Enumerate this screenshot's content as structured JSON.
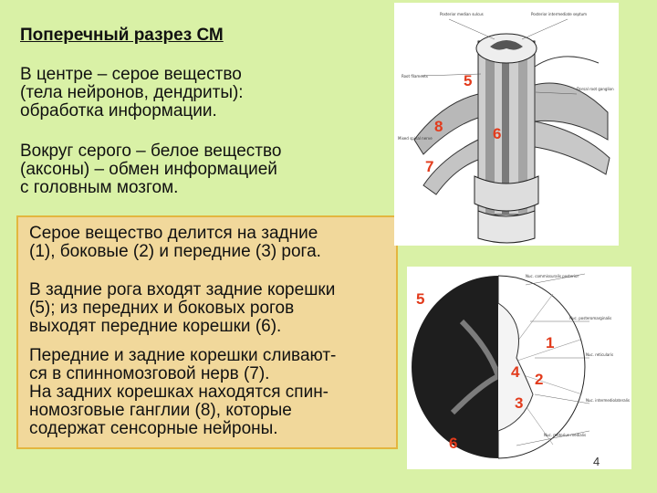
{
  "title": "Поперечный разрез СМ",
  "paragraphs": [
    "В центре – серое вещество\n(тела нейронов, дендриты):\nобработка информации.",
    "Вокруг серого – белое вещество\n(аксоны) – обмен информацией\nс головным мозгом."
  ],
  "panel": {
    "paragraphs": [
      "Серое вещество делится на задние\n(1), боковые (2) и передние (3) рога.",
      "В задние рога входят задние корешки\n(5); из передних и боковых рогов\nвыходят передние корешки (6).",
      "Передние и задние корешки сливают-\nся в спинномозговой нерв (7).\nНа задних корешках находятся спин-\nномозговые ганглии (8), которые\nсодержат сенсорные нейроны."
    ]
  },
  "figure_top": {
    "markers": {
      "five": "5",
      "eight": "8",
      "six": "6",
      "seven": "7"
    }
  },
  "figure_bottom": {
    "markers": {
      "five": "5",
      "one": "1",
      "four": "4",
      "two": "2",
      "three": "3",
      "six": "6"
    }
  },
  "page_number": "4",
  "colors": {
    "background": "#d9f1a6",
    "panel": "#f1d89b",
    "panel_border": "#e3b63f",
    "marker": "#e23b1c"
  }
}
